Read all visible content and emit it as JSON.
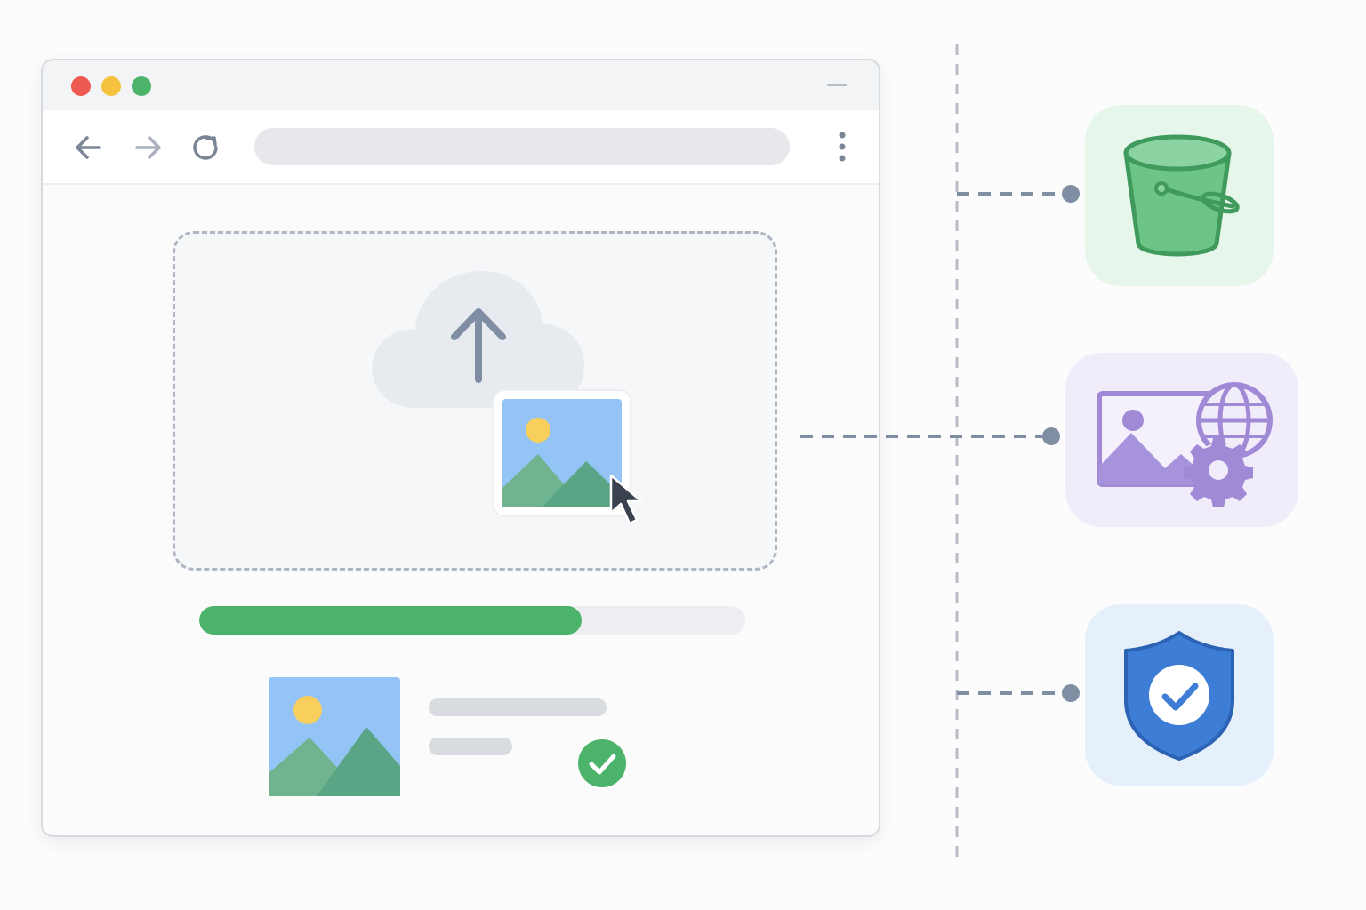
{
  "window": {
    "controls": [
      "close",
      "minimize",
      "maximize"
    ],
    "colors": {
      "close": "#ee5a52",
      "minimize": "#f6c23e",
      "maximize": "#4cb36a"
    }
  },
  "toolbar": {
    "icons": [
      "back-arrow-icon",
      "forward-arrow-icon",
      "reload-icon",
      "more-menu-icon"
    ],
    "address_bar": ""
  },
  "upload": {
    "dropzone_icons": [
      "cloud-upload-icon",
      "image-thumbnail-icon",
      "mouse-pointer-icon"
    ],
    "progress_percent": 70,
    "progress_color": "#4cb36a",
    "file_status": "success",
    "status_color": "#4cb36a"
  },
  "services": [
    {
      "icon": "storage-bucket-icon",
      "tile_color": "#e6f6eb",
      "icon_color": "#5fb97a"
    },
    {
      "icon": "image-processing-icon",
      "tile_color": "#f0ecfa",
      "icon_color": "#a08ad6"
    },
    {
      "icon": "security-shield-icon",
      "tile_color": "#e6f0fb",
      "icon_color": "#3d7dd6"
    }
  ],
  "connector_color": "#7f8ea3"
}
